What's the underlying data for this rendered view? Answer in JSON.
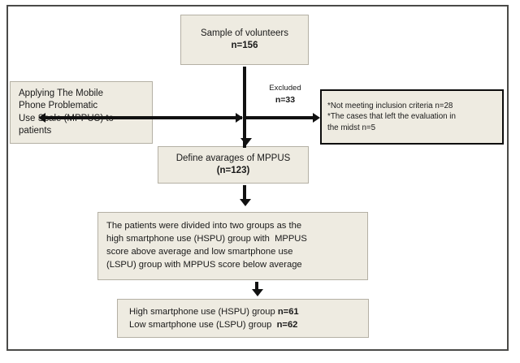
{
  "figure": {
    "type": "flowchart",
    "colors": {
      "box_fill": "#eeebe1",
      "box_border": "#b4b0a4",
      "thick_border": "#0d0d0d",
      "frame": "#4a4a48",
      "connector": "#111111",
      "text": "#1a1a1a"
    }
  },
  "nodes": {
    "sample": {
      "line1": "Sample of volunteers",
      "line2": "n=156"
    },
    "mppus": {
      "line1": "Applying The Mobile",
      "line2": "Phone Problematic",
      "line3": "Use Scale (MPPUS) to",
      "line4": "patients"
    },
    "excluded_label": {
      "word": "Excluded",
      "count": "n=33"
    },
    "excluded_detail": {
      "line1": "*Not meeting inclusion criteria n=28",
      "line2": "*The cases that left the evaluation in",
      "line3": "the midst n=5"
    },
    "averages": {
      "line1": "Define avarages of MPPUS",
      "line2": "(n=123)"
    },
    "groups": {
      "line1": "The patients were divided into two groups as the",
      "line2": "high smartphone use (HSPU) group with  MPPUS",
      "line3": "score above average and low smartphone use",
      "line4": "(LSPU) group with MPPUS score below average"
    },
    "result": {
      "line1_text": "High smartphone use (HSPU) group ",
      "line1_n": "n=61",
      "line2_text": "Low smartphone use (LSPU) group  ",
      "line2_n": "n=62"
    }
  }
}
